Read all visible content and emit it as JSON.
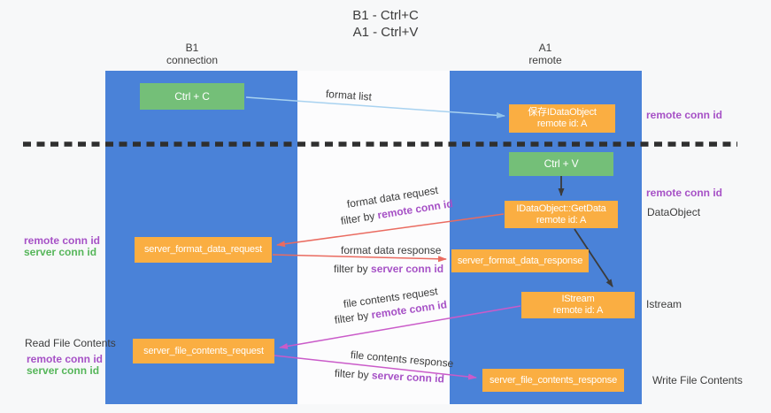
{
  "title": {
    "line1": "B1 - Ctrl+C",
    "line2": "A1 - Ctrl+V"
  },
  "columns": {
    "left": {
      "name": "B1",
      "role": "connection"
    },
    "right": {
      "name": "A1",
      "role": "remote"
    }
  },
  "nodes": {
    "ctrl_c": {
      "label": "Ctrl + C"
    },
    "save_dataobject": {
      "line1": "保存IDataObject",
      "line2": "remote id: A"
    },
    "ctrl_v": {
      "label": "Ctrl + V"
    },
    "getdata": {
      "line1": "IDataObject::GetData",
      "line2": "remote id: A"
    },
    "server_format_data_request": {
      "label": "server_format_data_request"
    },
    "server_format_data_response": {
      "label": "server_format_data_response"
    },
    "istream": {
      "line1": "IStream",
      "line2": "remote id: A"
    },
    "server_file_contents_request": {
      "label": "server_file_contents_request"
    },
    "server_file_contents_response": {
      "label": "server_file_contents_response"
    }
  },
  "messages": {
    "format_list": {
      "label": "format list"
    },
    "format_data_request": {
      "label": "format data request",
      "filter_prefix": "filter by ",
      "filter_key": "remote conn id"
    },
    "format_data_response": {
      "label": "format data response",
      "filter_prefix": "filter by ",
      "filter_key": "server conn id"
    },
    "file_contents_request": {
      "label": "file contents request",
      "filter_prefix": "filter by ",
      "filter_key": "remote conn id"
    },
    "file_contents_response": {
      "label": "file contents response",
      "filter_prefix": "filter by ",
      "filter_key": "server conn id"
    }
  },
  "side_labels": {
    "right_remote_conn_id_top": "remote conn id",
    "right_remote_conn_id_mid": "remote conn id",
    "dataobject": "DataObject",
    "istream": "Istream",
    "write_file_contents": "Write File Contents",
    "left_remote_conn_id_top": "remote conn id",
    "left_server_conn_id_top": "server conn id",
    "read_file_contents": "Read File Contents",
    "left_remote_conn_id_bottom": "remote conn id",
    "left_server_conn_id_bottom": "server conn id"
  },
  "colors": {
    "column_blue": "#4A82D8",
    "node_orange": "#FAAE42",
    "node_green": "#74BF78",
    "arrow_red": "#EA6B60",
    "arrow_magenta": "#CA5BC9",
    "arrow_lightblue": "#A8D2F0",
    "arrow_dark": "#3B3B3B",
    "text_purple": "#A651C6",
    "text_green": "#56B65A"
  }
}
